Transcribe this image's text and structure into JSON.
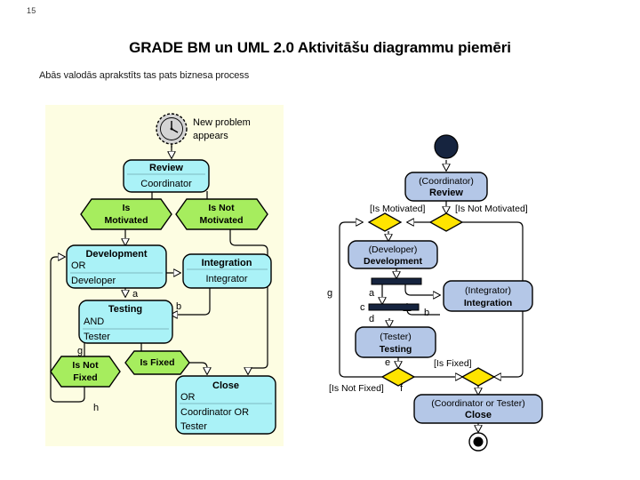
{
  "slide": {
    "page_number": "15",
    "title": "GRADE BM un UML 2.0 Aktivitāšu diagrammu piemēri",
    "subtitle": "Abās valodās aprakstīts tas pats biznesa process"
  },
  "colors": {
    "panel_background": "#fdfde2",
    "bm_task_fill": "#aaf2f7",
    "bm_condition_fill": "#a6ed5e",
    "uml_action_fill": "#b4c7e7",
    "uml_decision_fill": "#ffe400",
    "uml_node_fill": "#16243f",
    "clock_fill": "#d4d4d4",
    "line": "#000000"
  },
  "bm_diagram": {
    "name": "GRADE BM activity diagram",
    "event": {
      "icon": "clock-icon",
      "label_line1": "New problem",
      "label_line2": "appears"
    },
    "tasks": [
      {
        "id": "review",
        "title": "Review",
        "lines": [
          "Coordinator"
        ]
      },
      {
        "id": "development",
        "title": "Development",
        "lines": [
          "OR",
          "Developer"
        ]
      },
      {
        "id": "integration",
        "title": "Integration",
        "lines": [
          "Integrator"
        ]
      },
      {
        "id": "testing",
        "title": "Testing",
        "lines": [
          "AND",
          "Tester"
        ]
      },
      {
        "id": "close",
        "title": "Close",
        "lines": [
          "OR",
          "Coordinator OR",
          "Tester"
        ]
      }
    ],
    "conditions": [
      {
        "id": "is-motivated",
        "lines": [
          "Is",
          "Motivated"
        ]
      },
      {
        "id": "is-not-motivated",
        "lines": [
          "Is Not",
          "Motivated"
        ]
      },
      {
        "id": "is-fixed",
        "lines": [
          "Is Fixed"
        ]
      },
      {
        "id": "is-not-fixed",
        "lines": [
          "Is Not",
          "Fixed"
        ]
      }
    ],
    "flow_labels": [
      "a",
      "b",
      "g",
      "h"
    ]
  },
  "uml_diagram": {
    "name": "UML 2.0 activity diagram",
    "actions": [
      {
        "id": "review",
        "actor": "(Coordinator)",
        "name": "Review"
      },
      {
        "id": "development",
        "actor": "(Developer)",
        "name": "Development"
      },
      {
        "id": "integration",
        "actor": "(Integrator)",
        "name": "Integration"
      },
      {
        "id": "testing",
        "actor": "(Tester)",
        "name": "Testing"
      },
      {
        "id": "close",
        "actor": "(Coordinator or Tester)",
        "name": "Close"
      }
    ],
    "guards": [
      {
        "id": "is-motivated",
        "text": "[Is Motivated]"
      },
      {
        "id": "is-not-motivated",
        "text": "[Is Not Motivated]"
      },
      {
        "id": "is-fixed",
        "text": "[Is Fixed]"
      },
      {
        "id": "is-not-fixed",
        "text": "[Is Not Fixed]"
      }
    ],
    "flow_labels": [
      "a",
      "b",
      "c",
      "d",
      "e",
      "f",
      "g"
    ],
    "nodes": {
      "initial": "initial-node",
      "final": "final-node"
    }
  }
}
